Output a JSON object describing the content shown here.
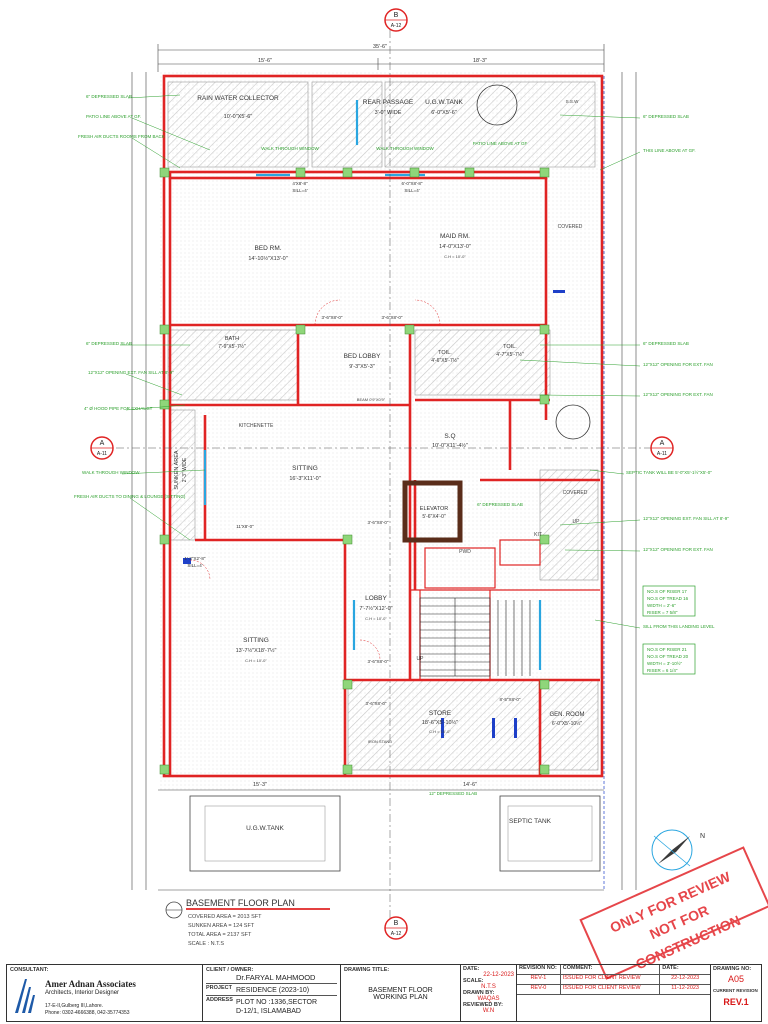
{
  "plan": {
    "title": "BASEMENT FLOOR PLAN",
    "areas": [
      "COVERED AREA = 2013 SFT",
      "SUNKEN AREA = 124 SFT",
      "TOTAL AREA = 2137 SFT",
      "SCALE : N.T.S"
    ],
    "section_marks": {
      "top": {
        "letter": "B",
        "ref": "A-12"
      },
      "bottom": {
        "letter": "B",
        "ref": "A-12"
      },
      "left": {
        "letter": "A",
        "ref": "A-11"
      },
      "right": {
        "letter": "A",
        "ref": "A-11"
      }
    },
    "overall_dims": {
      "top_total": "35'-6\"",
      "top_left": "15'-6\"",
      "top_right": "18'-3\"",
      "bottom_left": "15'-3\"",
      "bottom_right": "14'-6\""
    },
    "rooms": [
      {
        "name": "RAIN WATER COLLECTOR",
        "size": "10'-0\"X5'-6\""
      },
      {
        "name": "REAR PASSAGE",
        "size": "3'-0\" WIDE"
      },
      {
        "name": "U.G.W.TANK",
        "size": "6'-0\"X5'-6\""
      },
      {
        "name": "BED RM.",
        "size": "14'-10½\"X13'-0\""
      },
      {
        "name": "MAID RM.",
        "size": "14'-0\"X13'-0\""
      },
      {
        "name": "BATH",
        "size": "7'-9\"X5'-7½\""
      },
      {
        "name": "BED LOBBY",
        "size": "9'-3\"X5'-3\""
      },
      {
        "name": "TOIL.",
        "size": "4'-6\"X5'-7½\""
      },
      {
        "name": "TOIL.",
        "size": "4'-7\"X5'-7½\""
      },
      {
        "name": "SUNKEN AREA",
        "size": "2'-3\" WIDE"
      },
      {
        "name": "SITTING",
        "size": "16'-3\"X11'-0\""
      },
      {
        "name": "S.Q",
        "size": "10'-0\"X11'-4½\""
      },
      {
        "name": "ELEVATOR",
        "size": "5'-6\"X4'-0\""
      },
      {
        "name": "LOBBY",
        "size": "7'-7½\"X12'-0\""
      },
      {
        "name": "SITTING",
        "size": "13'-7½\"X18'-7½\""
      },
      {
        "name": "STORE",
        "size": "18'-6\"X5'-10½\""
      },
      {
        "name": "GEN. ROOM",
        "size": "6'-0\"X5'-10½\""
      },
      {
        "name": "U.G.W.TANK",
        "size": ""
      },
      {
        "name": "SEPTIC TANK",
        "size": ""
      }
    ],
    "minor_labels": [
      "KITCHENETTE",
      "COVERED",
      "COVERED",
      "PWD",
      "KIT",
      "UP",
      "UP",
      "BEAM 0'9\"X0'9\"",
      "IRON STAND",
      "S.S.W",
      "C.H = 10'-0\"",
      "C.H = 10'-0\"",
      "C.H = 10'-0\"",
      "C.H = 10'-0\""
    ],
    "callouts_left": [
      "6\" DEPRESSED SLAB",
      "PATIO LINE ABOVE AT GF.",
      "FRESH AIR DUCTS ROOMS FROM BACK",
      "6\" DEPRESSED SLAB",
      "12\"X12\" OPENING EXT. FAN SILL AT 8'-9\"",
      "4\" Ø HOOD PIPE FOR EXHAUST",
      "WALK THROUGH WINDOW",
      "FRESH AIR DUCTS TO DINING & LOUNGE (SITTING)"
    ],
    "callouts_right": [
      "6\" DEPRESSED SLAB",
      "THIS LINE ABOVE AT GF.",
      "6\" DEPRESSED SLAB",
      "12\"X12\" OPENING FOR EXT. FAN",
      "12\"X12\" OPENING FOR EXT. FAN",
      "SEPTIC TANK WILL BE 5'-0\"X5'-1½\"X5'-0\"",
      "12\"X12\" OPENING EXT. FAN SILL AT 8'-9\"",
      "12\"X12\" OPENING FOR EXT. FAN",
      "SILL FROM THIS LANDING LEVEL"
    ],
    "callouts_inner": [
      "WALK THROUGH WINDOW",
      "WALK THROUGH WINDOW",
      "PATIO LINE ABOVE AT GF",
      "6\" DEPRESSED SLAB",
      "12\" DEPRESSED SLAB"
    ],
    "riser_note_1": [
      "NO.S OF RISER 17",
      "NO.S OF TREAD 16",
      "WIDTH = 2'-6\"",
      "RISER = 7 5/8\""
    ],
    "riser_note_2": [
      "NO.S OF RISER 21",
      "NO.S OF TREAD 20",
      "WIDTH = 3'-10½\"",
      "RISER = 6 1/4\""
    ],
    "openings": [
      "4'X8'-8\"",
      "SILL=4'",
      "6'-0\"X8'-8\"",
      "SILL=4'",
      "3'-6\"X8'-0\"",
      "3'-6\"X8'-0\"",
      "1'-3\"X2'-8\"",
      "SILL=4'",
      "11'X8'-0\"",
      "3'-6\"X8'-0\"",
      "3'-6\"X8'-0\"",
      "8'-5\"X8'-0\"",
      "3'-6\"X8'-0\""
    ],
    "stamp": [
      "ONLY FOR REVIEW",
      "NOT FOR CONSTRUCTION"
    ]
  },
  "title_block": {
    "consultant_label": "CONSULTANT:",
    "firm_name": "Amer Adnan  Associates",
    "firm_tagline": "Architects, Interior Designer",
    "firm_address": "17-E-II,Gulberg III,Lahore.",
    "firm_phone": "Phone:  0302-4666388, 042-35774353",
    "client_label": "CLIENT / OWNER:",
    "client": "Dr.FARYAL MAHMOOD",
    "project_label": "PROJECT",
    "project": "RESIDENCE (2023-10)",
    "address_label": "ADDRESS",
    "address_line1": "PLOT NO :1336,SECTOR",
    "address_line2": "D-12/1, ISLAMABAD",
    "drawing_title_label": "DRAWING TITLE:",
    "drawing_title_1": "BASEMENT FLOOR",
    "drawing_title_2": "WORKING PLAN",
    "date_label": "DATE:",
    "date": "22-12-2023",
    "scale_label": "SCALE:",
    "scale": "N.T.S",
    "drawn_label": "DRAWN BY:",
    "drawn": "WAQAS",
    "reviewed_label": "REVIEWED BY:",
    "reviewed": "W.N",
    "rev_no_label": "REVISION NO:",
    "comment_label": "COMMENT:",
    "rev_date_label": "DATE:",
    "revisions": [
      {
        "no": "REV-1",
        "comment": "ISSUED FOR CLIENT REVIEW",
        "date": "22-12-2023"
      },
      {
        "no": "REV-0",
        "comment": "ISSUED FOR CLIENT REVIEW",
        "date": "11-12-2023"
      }
    ],
    "drawing_no_label": "DRAWING NO:",
    "drawing_no": "A05",
    "current_rev_label": "CURRENT REVISION",
    "current_rev": "REV.1"
  },
  "colors": {
    "wall": "#e02424",
    "callout": "#2ea02e",
    "dim": "#444444",
    "glass": "#2aa6e0",
    "door": "#1e40c8",
    "column": "#8fd67a",
    "elevator": "#5a2d1a"
  }
}
